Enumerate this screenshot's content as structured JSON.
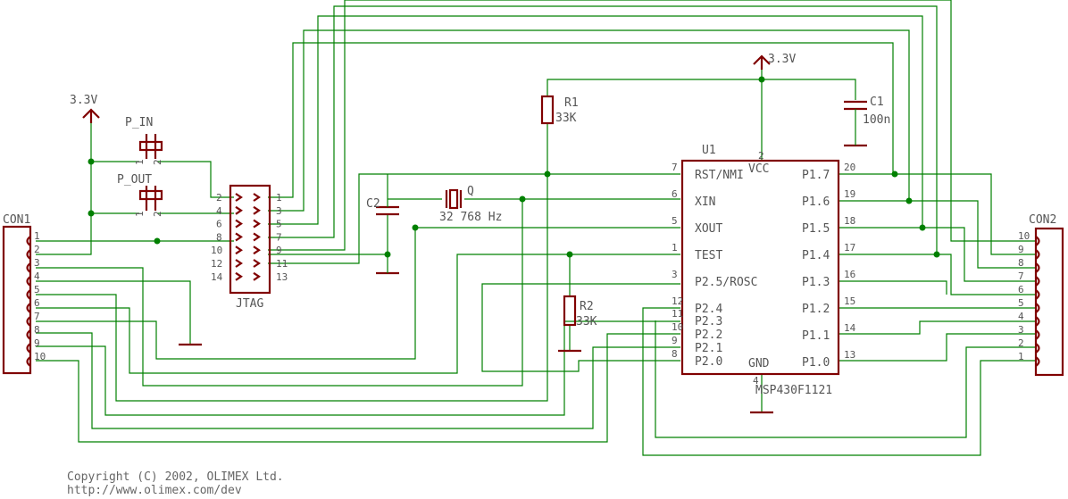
{
  "title": "",
  "supply_labels": {
    "left": "3.3V",
    "top": "3.3V"
  },
  "copyright": {
    "line1": "Copyright (C) 2002, OLIMEX Ltd.",
    "line2": "http://www.olimex.com/dev"
  },
  "con1": {
    "name": "CON1",
    "pins": [
      "1",
      "2",
      "3",
      "4",
      "5",
      "6",
      "7",
      "8",
      "9",
      "10"
    ]
  },
  "con2": {
    "name": "CON2",
    "pins": [
      "10",
      "9",
      "8",
      "7",
      "6",
      "5",
      "4",
      "3",
      "2",
      "1"
    ]
  },
  "jtag": {
    "name": "JTAG",
    "left_pins": [
      "2",
      "4",
      "6",
      "8",
      "10",
      "12",
      "14"
    ],
    "right_pins": [
      "1",
      "3",
      "5",
      "7",
      "9",
      "11",
      "13"
    ]
  },
  "jumpers": {
    "p_in": "P_IN",
    "p_out": "P_OUT",
    "pin1": "1",
    "pin2": "2"
  },
  "r1": {
    "name": "R1",
    "value": "33K"
  },
  "r2": {
    "name": "R2",
    "value": "33K"
  },
  "c1": {
    "name": "C1",
    "value": "100n"
  },
  "c2": {
    "name": "C2"
  },
  "crystal": {
    "name": "Q",
    "value": "32 768 Hz"
  },
  "u1": {
    "ref": "U1",
    "part": "MSP430F1121",
    "vcc": "VCC",
    "gnd": "GND",
    "vcc_pin": "2",
    "gnd_pin": "4",
    "left_pins": [
      {
        "num": "7",
        "name": "RST/NMI"
      },
      {
        "num": "6",
        "name": "XIN"
      },
      {
        "num": "5",
        "name": "XOUT"
      },
      {
        "num": "1",
        "name": "TEST"
      },
      {
        "num": "3",
        "name": "P2.5/ROSC"
      },
      {
        "num": "12",
        "name": "P2.4"
      },
      {
        "num": "11",
        "name": "P2.3"
      },
      {
        "num": "10",
        "name": "P2.2"
      },
      {
        "num": "9",
        "name": "P2.1"
      },
      {
        "num": "8",
        "name": "P2.0"
      }
    ],
    "right_pins": [
      {
        "num": "20",
        "name": "P1.7"
      },
      {
        "num": "19",
        "name": "P1.6"
      },
      {
        "num": "18",
        "name": "P1.5"
      },
      {
        "num": "17",
        "name": "P1.4"
      },
      {
        "num": "16",
        "name": "P1.3"
      },
      {
        "num": "15",
        "name": "P1.2"
      },
      {
        "num": "14",
        "name": "P1.1"
      },
      {
        "num": "13",
        "name": "P1.0"
      }
    ]
  },
  "colors": {
    "wire": "#008000",
    "component": "#800000",
    "text": "#555555",
    "background": "#ffffff"
  }
}
